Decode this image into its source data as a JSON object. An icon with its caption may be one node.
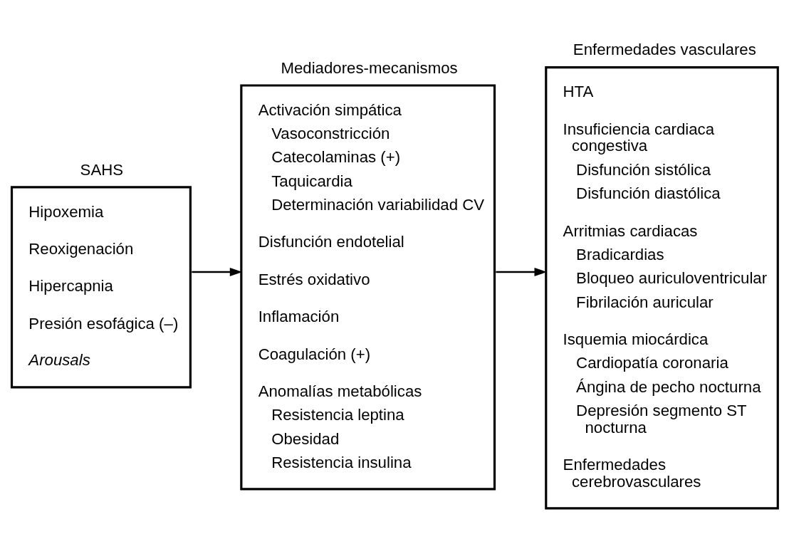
{
  "diagram": {
    "nodes": [
      {
        "text": [
          "SAHS",
          "Hipoxemia",
          "Reoxigenación",
          "Hipercapnia",
          "Presión esofágica (–)",
          "Arousals"
        ]
      },
      {
        "text": [
          "Mediadores-mecanismos",
          "Activación simpática",
          "Vasoconstricción",
          "Catecolaminas (+)",
          "Taquicardia",
          "Determinación variabilidad CV",
          "Disfunción endotelial",
          "Estrés oxidativo",
          "Inflamación",
          "Coagulación (+)",
          "Anomalías metabólicas",
          "Resistencia leptina",
          "Obesidad",
          "Resistencia insulina"
        ]
      },
      {
        "text": [
          "Enfermedades vasculares",
          "HTA",
          "Insuficiencia cardiaca congestiva",
          "Disfunción sistólica",
          "Disfunción diastólica",
          "Arritmias cardiacas",
          "Bradicardias",
          "Bloqueo auriculoventricular",
          "Fibrilación auricular",
          "Isquemia miocárdica",
          "Cardiopatía coronaria",
          "Ángina de pecho nocturna",
          "Depresión segmento ST nocturna",
          "Enfermedades cerebrovasculares"
        ]
      }
    ],
    "edges": [
      {
        "from": 0,
        "to": 1,
        "arrow": "to"
      },
      {
        "from": 1,
        "to": 2,
        "arrow": "to"
      }
    ]
  }
}
